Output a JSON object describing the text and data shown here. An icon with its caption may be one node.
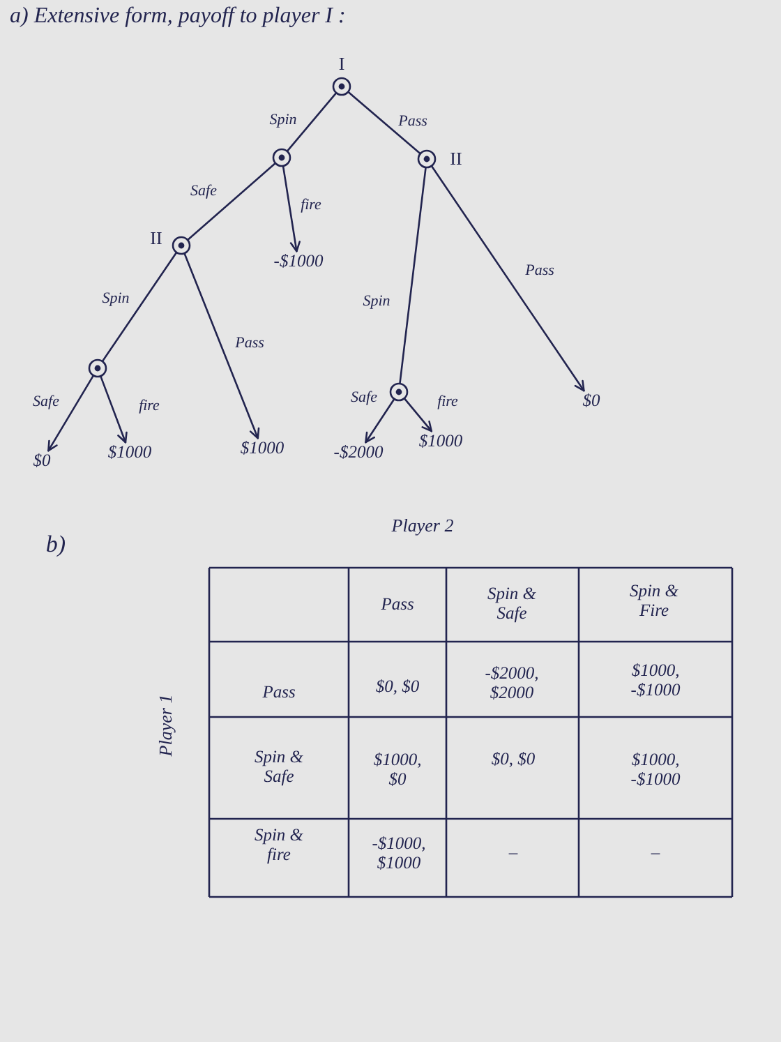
{
  "diagram": {
    "title": "a) Extensive form, payoff to player I :",
    "nodes": [
      {
        "text": [],
        "shape": "circle",
        "beside": [
          "I"
        ]
      },
      {
        "text": [],
        "shape": "circle"
      },
      {
        "text": [],
        "shape": "circle",
        "beside": [
          "II"
        ]
      },
      {
        "text": [],
        "shape": "circle",
        "beside": [
          "II"
        ]
      },
      {
        "text": [
          "-$1000"
        ]
      },
      {
        "text": [],
        "shape": "circle"
      },
      {
        "text": [],
        "shape": "circle"
      },
      {
        "text": [
          "$0"
        ]
      },
      {
        "text": [
          "$0"
        ]
      },
      {
        "text": [
          "$1000"
        ]
      },
      {
        "text": [
          "$1000"
        ]
      },
      {
        "text": [
          "-$2000"
        ]
      },
      {
        "text": [
          "$1000"
        ]
      }
    ],
    "edges": [
      {
        "from": 0,
        "to": 1,
        "arrow": "none",
        "label": "Spin"
      },
      {
        "from": 0,
        "to": 2,
        "arrow": "none",
        "label": "Pass"
      },
      {
        "from": 1,
        "to": 3,
        "arrow": "none",
        "label": "Safe"
      },
      {
        "from": 1,
        "to": 4,
        "arrow": "to",
        "label": "fire"
      },
      {
        "from": 3,
        "to": 5,
        "arrow": "none",
        "label": "Spin"
      },
      {
        "from": 3,
        "to": 10,
        "arrow": "to",
        "label": "Pass"
      },
      {
        "from": 2,
        "to": 6,
        "arrow": "none",
        "label": "Spin"
      },
      {
        "from": 2,
        "to": 7,
        "arrow": "to",
        "label": "Pass"
      },
      {
        "from": 5,
        "to": 8,
        "arrow": "to",
        "label": "Safe"
      },
      {
        "from": 5,
        "to": 9,
        "arrow": "to",
        "label": "fire"
      },
      {
        "from": 6,
        "to": 11,
        "arrow": "to",
        "label": "Safe"
      },
      {
        "from": 6,
        "to": 12,
        "arrow": "to",
        "label": "fire"
      }
    ],
    "labels": [
      "b)",
      "Player 2",
      "Player 1",
      "Pass",
      "Spin & Safe",
      "Spin & Fire",
      "Pass",
      "$0, $0",
      "-$2000, $2000",
      "$1000, -$1000",
      "Spin & Safe",
      "$1000, $0",
      "$0, $0",
      "$1000, -$1000",
      "Spin & fire",
      "-$1000, $1000",
      "–",
      "–"
    ]
  }
}
